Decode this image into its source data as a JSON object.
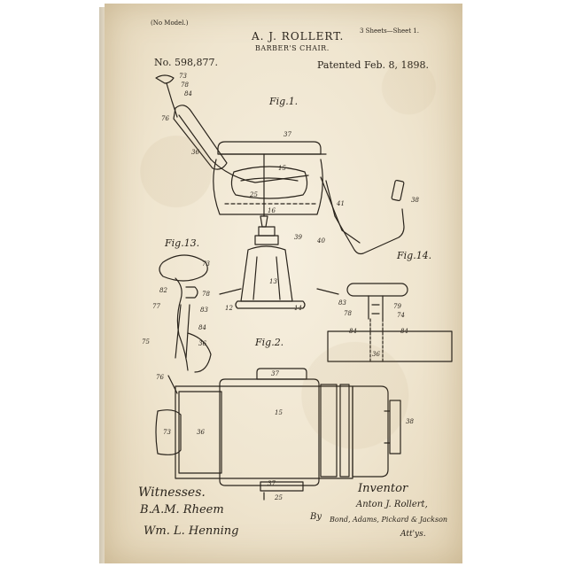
{
  "header": {
    "model": "(No Model.)",
    "inventor": "A. J. ROLLERT.",
    "sheets": "3 Sheets—Sheet 1.",
    "invention": "BARBER'S CHAIR.",
    "patent_no": "No. 598,877.",
    "patented": "Patented Feb. 8, 1898."
  },
  "figures": {
    "fig1": "Fig.1.",
    "fig13": "Fig.13.",
    "fig14": "Fig.14.",
    "fig2": "Fig.2."
  },
  "signatures": {
    "witnesses_label": "Witnesses.",
    "inventor_label": "Inventor",
    "inventor_signature": "Anton J. Rollert,",
    "by": "By",
    "attorney": "Bond, Adams, Pickard & Jackson",
    "attys": "Att'ys."
  },
  "colors": {
    "paper": "#efe5cf",
    "ink": "#2a241c"
  }
}
